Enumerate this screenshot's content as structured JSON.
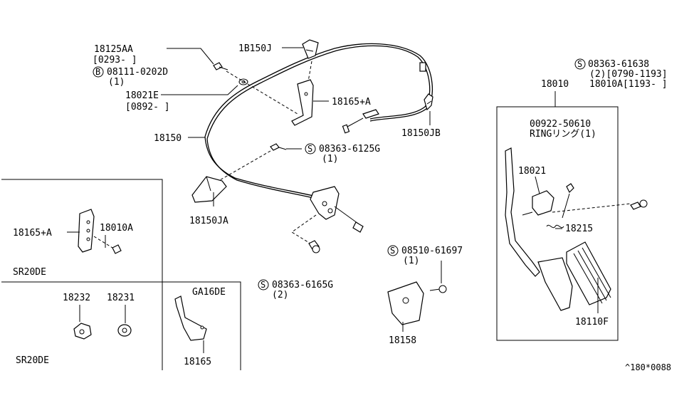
{
  "labels": {
    "p18125AA": "18125AA",
    "p18125AA_date": "[0293-    ]",
    "bolt_prefix": "B",
    "bolt_num": "08111-0202D",
    "bolt_qty": "(1)",
    "p18021E": "18021E",
    "p18021E_date": "[0892-    ]",
    "p18150J": "1B150J",
    "p18165A": "18165+A",
    "p18150JB": "18150JB",
    "p18150": "18150",
    "screw1_prefix": "S",
    "screw1_num": "08363-6125G",
    "screw1_qty": "(1)",
    "p18150JA": "18150JA",
    "screw2_prefix": "S",
    "screw2_num": "08363-6165G",
    "screw2_qty": "(2)",
    "screw3_prefix": "S",
    "screw3_num": "08510-61697",
    "screw3_qty": "(1)",
    "p18158": "18158",
    "screw4_prefix": "S",
    "screw4_num": "08363-61638",
    "screw4_sub": "(2)[0790-1193]",
    "p18010A_date": "18010A[1193-    ]",
    "p18010": "18010",
    "ring_num": "00922-50610",
    "ring_label": "RINGリング(1)",
    "p18021": "18021",
    "p18215": "18215",
    "p18110F": "18110F",
    "inset1_p18165A": "18165+A",
    "inset1_p18010A": "18010A",
    "inset1_model": "SR20DE",
    "inset2_p18232": "18232",
    "inset2_p18231": "18231",
    "inset2_model": "SR20DE",
    "inset3_model": "GA16DE",
    "inset3_p18165": "18165",
    "catalog_ref": "^180*0088"
  }
}
